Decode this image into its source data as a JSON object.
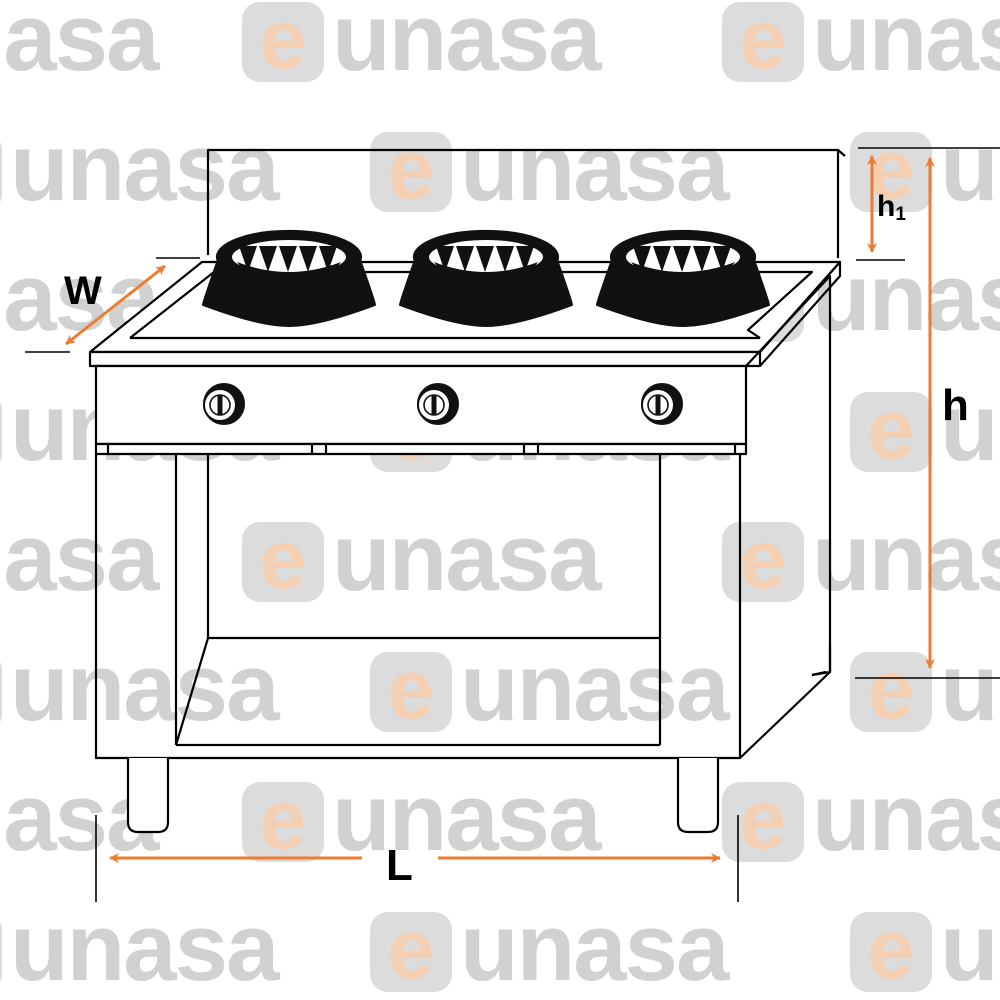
{
  "watermark": {
    "text": "unasa",
    "logo_letter": "e",
    "colors": {
      "text": "#c9c9c9",
      "logo_bg": "#d6d6d6",
      "logo_letter": "#f3c7a4"
    }
  },
  "dimensions": {
    "width_label": "W",
    "height_label": "h",
    "backsplash_label": "h",
    "backsplash_subscript": "1",
    "length_label": "L"
  },
  "colors": {
    "outline": "#000000",
    "burner": "#111111",
    "dimension_arrow": "#ee7b32",
    "background": "#ffffff"
  },
  "appliance": {
    "burner_count": 3,
    "knob_count": 3
  }
}
